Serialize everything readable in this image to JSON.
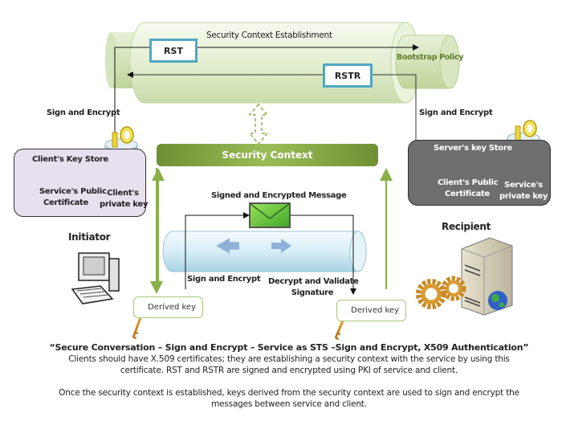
{
  "title": "Secure Conversation – Sign and Encrypt – Service as STS –Sign and Encrypt, X509 Authentication",
  "top_pipe": {
    "label": "Security Context Establishment",
    "rst_label": "RST",
    "rstr_label": "RSTR",
    "endcap_label": "Bootstrap Policy"
  },
  "left": {
    "sign_encrypt_label": "Sign and Encrypt",
    "keystore_title": "Client's Key Store",
    "certificate_label": "Service's Public Certificate",
    "certificate_line1": "Service's Public",
    "certificate_line2": "Certificate",
    "private_key_line1": "Client's",
    "private_key_line2": "private key",
    "role_label": "Initiator",
    "derived_key_label": "Derived key"
  },
  "right": {
    "sign_encrypt_label": "Sign and Encrypt",
    "keystore_title": "Server's key Store",
    "certificate_line1": "Client's Public",
    "certificate_line2": "Certificate",
    "private_key_line1": "Service's",
    "private_key_line2": "private key",
    "role_label": "Recipient",
    "derived_key_label": "Derived key"
  },
  "center": {
    "security_context_label": "Security Context",
    "message_label": "Signed and Encrypted  Message",
    "sign_encrypt_label": "Sign and Encrypt",
    "decrypt_line1": "Decrypt and Validate",
    "decrypt_line2": "Signature"
  },
  "caption": {
    "heading": "“Secure Conversation – Sign and Encrypt – Service as STS –Sign and Encrypt, X509 Authentication”",
    "paragraph1": "Clients should have X.509 certificates; they are establishing a security context with the service by using this certificate. RST and RSTR are signed and encrypted using PKI of service and client.",
    "paragraph2": "Once the security context is established, keys derived from the security context are used to sign and encrypt the messages between service and client."
  },
  "colors": {
    "green_accent": "#8ab04a",
    "pipe_green": "#dfeccb",
    "rst_border": "#4fa7c4",
    "client_store_bg": "#e6e0ef",
    "server_store_bg": "#6e6e6e",
    "blue_pipe": "#d4ecf4"
  }
}
